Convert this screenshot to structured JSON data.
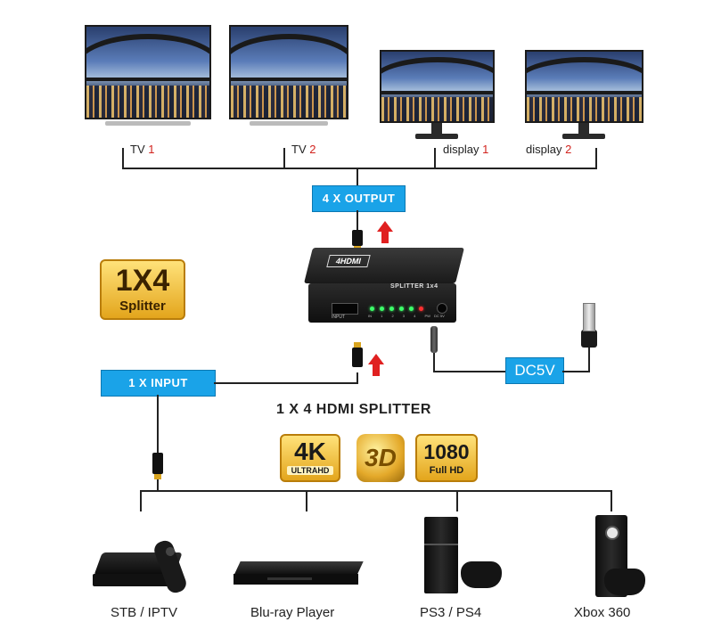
{
  "outputs": [
    {
      "name": "TV",
      "num": "1"
    },
    {
      "name": "TV",
      "num": "2"
    },
    {
      "name": "display",
      "num": "1"
    },
    {
      "name": "display",
      "num": "2"
    }
  ],
  "output_box": "4 X OUTPUT",
  "input_box": "1 X INPUT",
  "power_box": "DC5V",
  "title": "1 X 4 HDMI SPLITTER",
  "splitter_badge": {
    "big": "1X4",
    "small": "Splitter"
  },
  "device": {
    "logo": "4HDMI",
    "name": "SPLITTER 1x4",
    "port_input": "INPUT",
    "led_labels": [
      "IN",
      "1",
      "2",
      "3",
      "4",
      "PW"
    ],
    "port_power": "DC 5V"
  },
  "feature_badges": {
    "k4_big": "4K",
    "k4_small": "ULTRAHD",
    "three_d": "3D",
    "fullhd_big": "1080",
    "fullhd_small": "Full HD"
  },
  "sources": [
    "STB / IPTV",
    "Blu-ray Player",
    "PS3 / PS4",
    "Xbox 360"
  ],
  "colors": {
    "accent_blue": "#1aa3e8",
    "arrow_red": "#e02020",
    "label_red": "#d2231e",
    "gold": "#e3a51c"
  }
}
